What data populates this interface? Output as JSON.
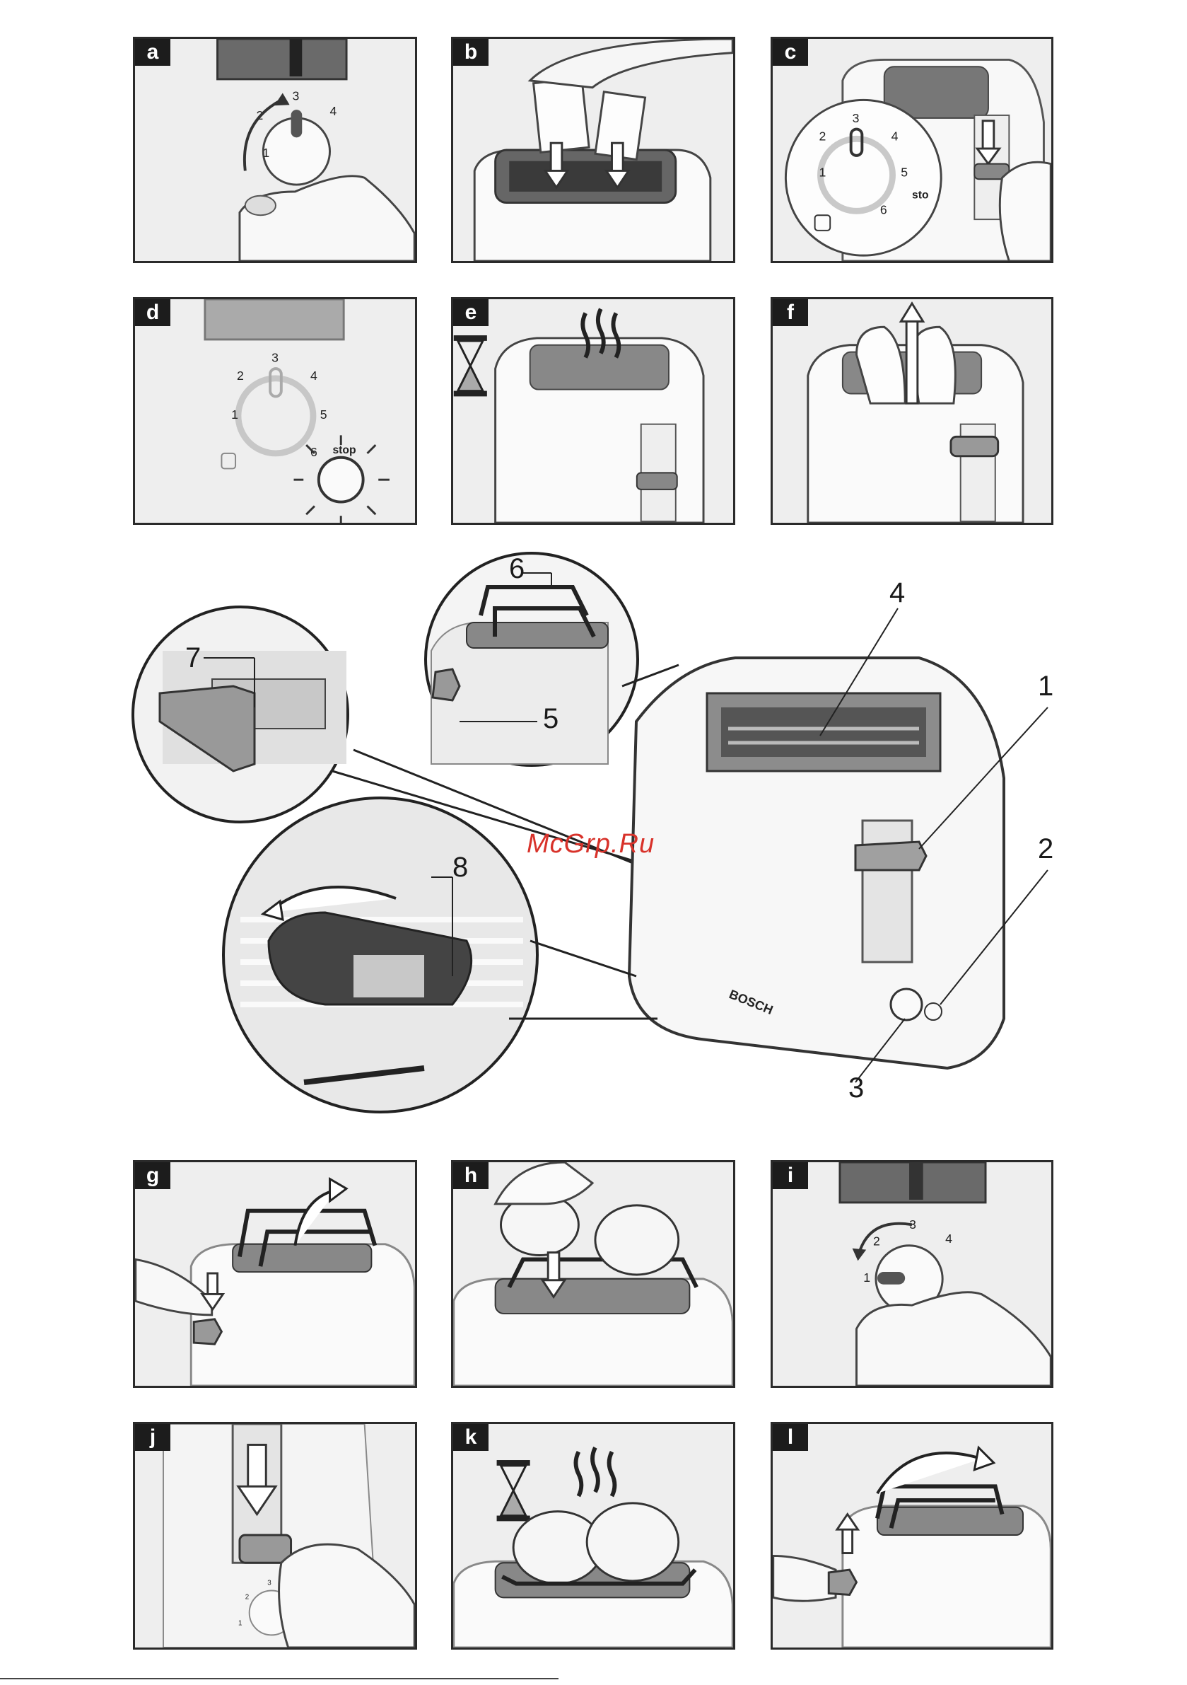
{
  "panels": [
    {
      "id": "a",
      "label": "a"
    },
    {
      "id": "b",
      "label": "b"
    },
    {
      "id": "c",
      "label": "c"
    },
    {
      "id": "d",
      "label": "d"
    },
    {
      "id": "e",
      "label": "e"
    },
    {
      "id": "f",
      "label": "f"
    },
    {
      "id": "g",
      "label": "g"
    },
    {
      "id": "h",
      "label": "h"
    },
    {
      "id": "i",
      "label": "i"
    },
    {
      "id": "j",
      "label": "j"
    },
    {
      "id": "k",
      "label": "k"
    },
    {
      "id": "l",
      "label": "l"
    }
  ],
  "dial": {
    "n1": "1",
    "n2": "2",
    "n3": "3",
    "n4": "4",
    "n5": "5",
    "n6": "6",
    "stop": "stop",
    "stop_partial": "sto"
  },
  "callouts": {
    "c1": "1",
    "c2": "2",
    "c3": "3",
    "c4": "4",
    "c5": "5",
    "c6": "6",
    "c7": "7",
    "c8": "8"
  },
  "brand": "BOSCH",
  "watermark": "McGrp.Ru",
  "icons": {
    "hourglass": "hourglass-icon",
    "steam": "steam-icon",
    "arrow": "arrow-icon"
  }
}
